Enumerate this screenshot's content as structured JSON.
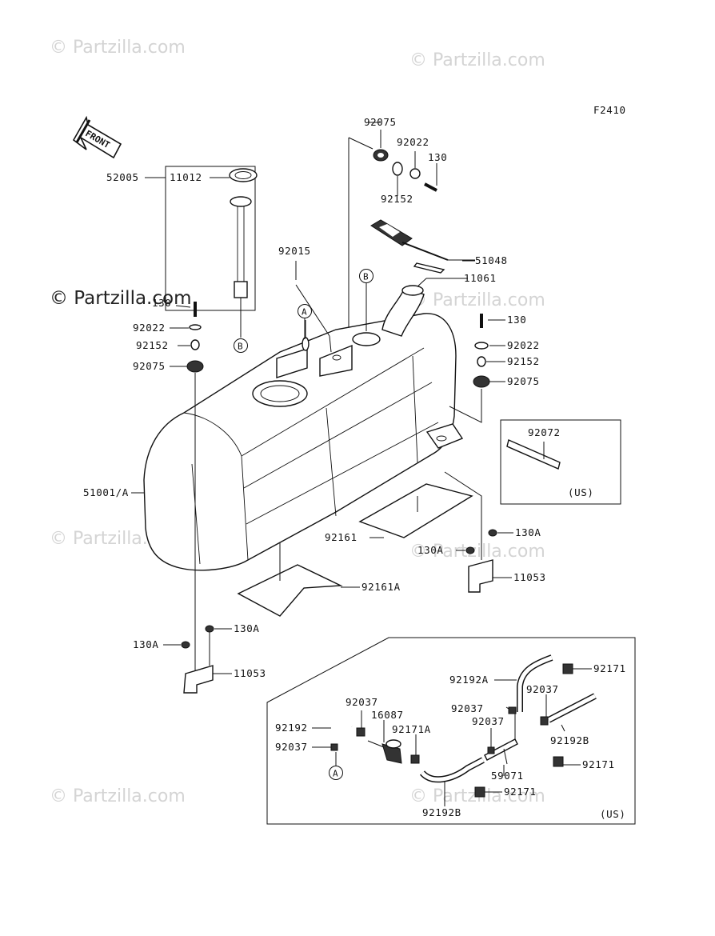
{
  "figure_code": "F2410",
  "watermark": "© Partzilla.com",
  "front_label": "FRONT",
  "callouts": {
    "a_upper": "A",
    "a_lower": "A",
    "b_left": "B",
    "b_top": "B"
  },
  "region_notes": {
    "tie_box": "(US)",
    "hose_box": "(US)"
  },
  "labels": {
    "p92075_top": "92075",
    "p92022_top": "92022",
    "p130_top": "130",
    "p92152_top": "92152",
    "p52005": "52005",
    "p11012": "11012",
    "p51048": "51048",
    "p11061": "11061",
    "p92015": "92015",
    "p130_left": "130",
    "p92022_left": "92022",
    "p92152_left": "92152",
    "p92075_left": "92075",
    "p130_right": "130",
    "p92022_right": "92022",
    "p92152_right": "92152",
    "p92075_right": "92075",
    "p92072": "92072",
    "p51001A": "51001/A",
    "p92161": "92161",
    "p130A_r1": "130A",
    "p130A_r2": "130A",
    "p11053_right": "11053",
    "p92161A": "92161A",
    "p130A_l1": "130A",
    "p130A_l2": "130A",
    "p11053_left": "11053",
    "p92192A": "92192A",
    "p92171_1": "92171",
    "p92037_1": "92037",
    "p92037_2": "92037",
    "p92037_3": "92037",
    "p16087": "16087",
    "p92192_left": "92192",
    "p92171A": "92171A",
    "p92037_4": "92037",
    "p92192B_1": "92192B",
    "p59071": "59071",
    "p92171_2": "92171",
    "p92171_3": "92171",
    "p92192B_2": "92192B"
  }
}
